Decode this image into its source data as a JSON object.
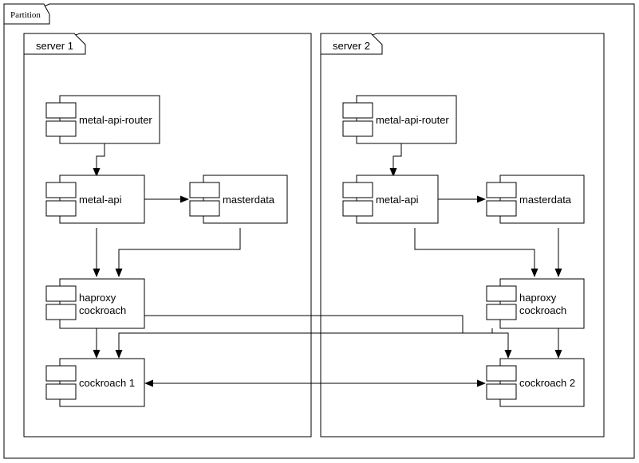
{
  "diagram": {
    "type": "uml-component-diagram",
    "outer_frame": {
      "label": "Partition",
      "name": "partition-frame"
    },
    "colors": {
      "stroke": "#000000",
      "fill": "#ffffff",
      "background": "#ffffff"
    },
    "frames": [
      {
        "id": "server-1",
        "label": "server 1"
      },
      {
        "id": "server-2",
        "label": "server 2"
      }
    ],
    "components": [
      {
        "id": "metal-api-router-1",
        "label": "metal-api-router",
        "frame": "server-1"
      },
      {
        "id": "metal-api-1",
        "label": "metal-api",
        "frame": "server-1"
      },
      {
        "id": "masterdata-1",
        "label": "masterdata",
        "frame": "server-1"
      },
      {
        "id": "haproxy-cockroach-1",
        "label": "haproxy\ncockroach",
        "label_line1": "haproxy",
        "label_line2": "cockroach",
        "frame": "server-1"
      },
      {
        "id": "cockroach-1",
        "label": "cockroach 1",
        "frame": "server-1"
      },
      {
        "id": "metal-api-router-2",
        "label": "metal-api-router",
        "frame": "server-2"
      },
      {
        "id": "metal-api-2",
        "label": "metal-api",
        "frame": "server-2"
      },
      {
        "id": "masterdata-2",
        "label": "masterdata",
        "frame": "server-2"
      },
      {
        "id": "haproxy-cockroach-2",
        "label": "haproxy\ncockroach",
        "label_line1": "haproxy",
        "label_line2": "cockroach",
        "frame": "server-2"
      },
      {
        "id": "cockroach-2",
        "label": "cockroach 2",
        "frame": "server-2"
      }
    ],
    "connections": [
      {
        "from": "metal-api-router-1",
        "to": "metal-api-1",
        "arrow": "single"
      },
      {
        "from": "metal-api-1",
        "to": "masterdata-1",
        "arrow": "single"
      },
      {
        "from": "metal-api-1",
        "to": "haproxy-cockroach-1",
        "arrow": "single"
      },
      {
        "from": "masterdata-1",
        "to": "haproxy-cockroach-1",
        "arrow": "single"
      },
      {
        "from": "haproxy-cockroach-1",
        "to": "cockroach-1",
        "arrow": "single"
      },
      {
        "from": "haproxy-cockroach-1",
        "to": "cockroach-2",
        "arrow": "single"
      },
      {
        "from": "metal-api-router-2",
        "to": "metal-api-2",
        "arrow": "single"
      },
      {
        "from": "metal-api-2",
        "to": "masterdata-2",
        "arrow": "single"
      },
      {
        "from": "metal-api-2",
        "to": "haproxy-cockroach-2",
        "arrow": "single"
      },
      {
        "from": "masterdata-2",
        "to": "haproxy-cockroach-2",
        "arrow": "single"
      },
      {
        "from": "haproxy-cockroach-2",
        "to": "cockroach-2",
        "arrow": "single"
      },
      {
        "from": "haproxy-cockroach-2",
        "to": "cockroach-1",
        "arrow": "single"
      },
      {
        "from": "cockroach-1",
        "to": "cockroach-2",
        "arrow": "double"
      }
    ]
  }
}
